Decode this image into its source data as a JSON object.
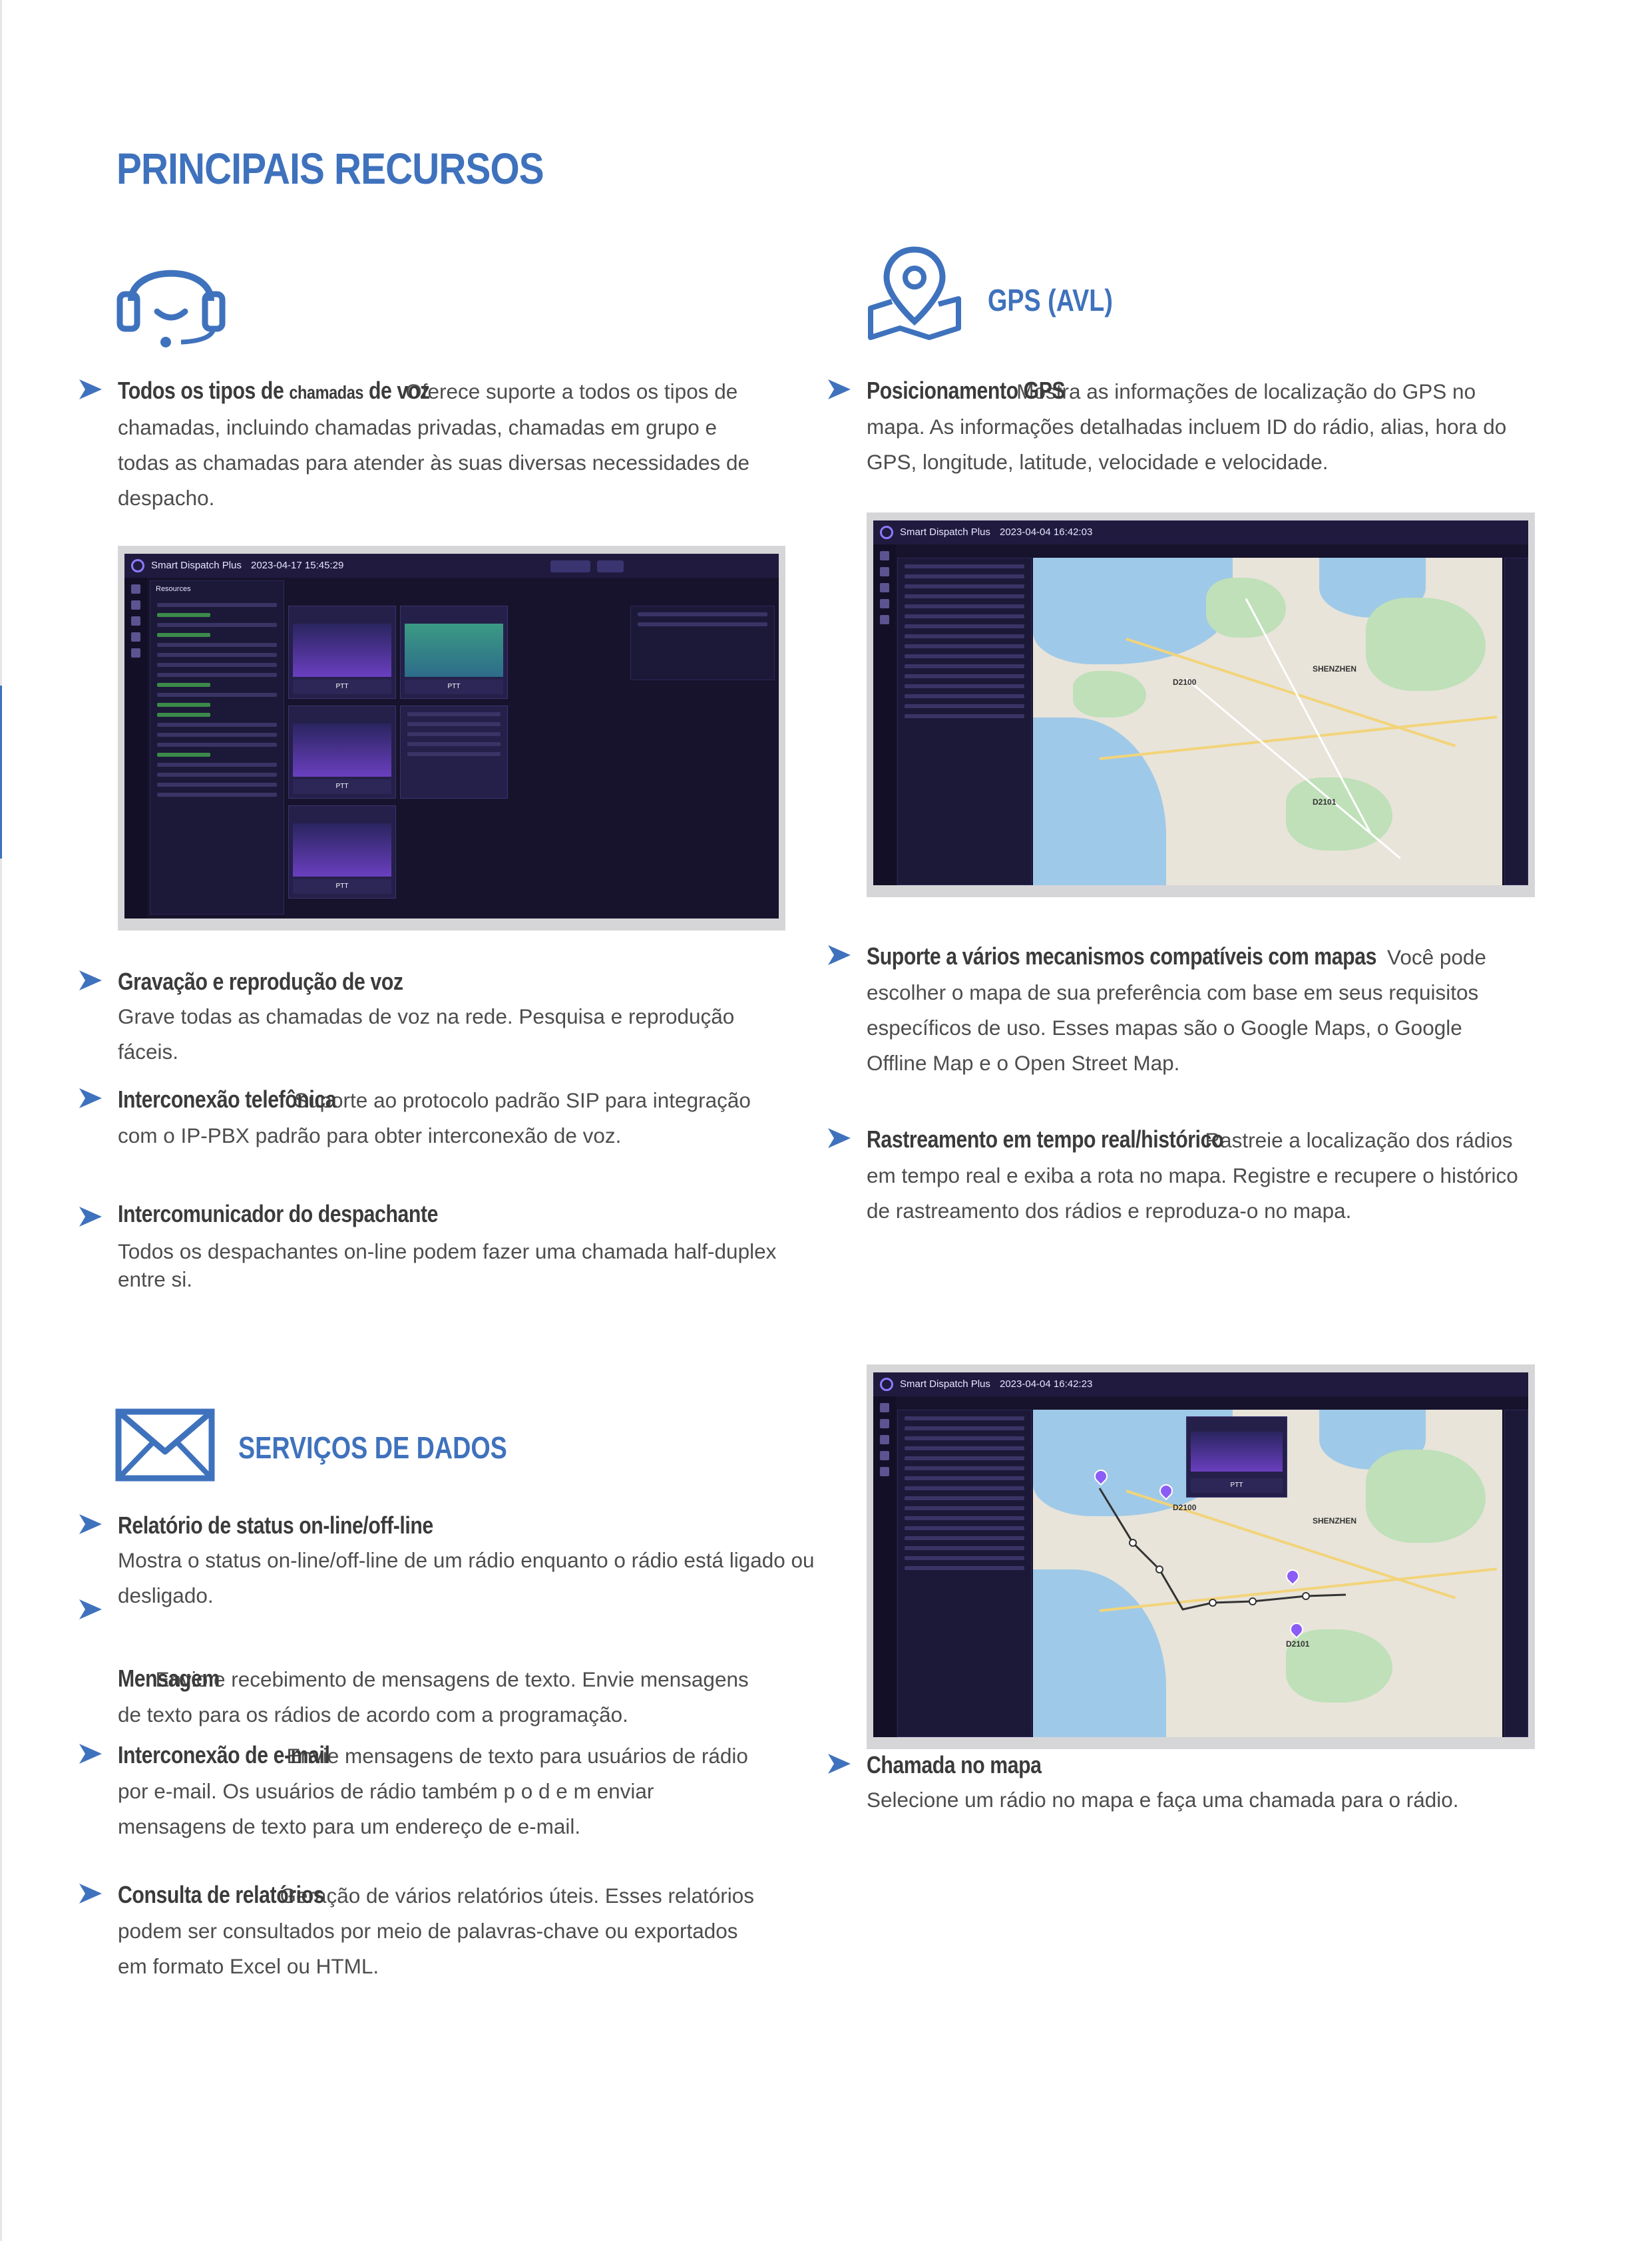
{
  "page": {
    "title": "PRINCIPAIS RECURSOS"
  },
  "colors": {
    "accent": "#3f72bd",
    "text": "#4d4d4d",
    "heading": "#3b3b3b",
    "app_bg": "#17132c"
  },
  "voice": {
    "icon": "headset-icon",
    "features": [
      {
        "head": "Todos os tipos de ",
        "head_small": "chamadas",
        "head_end": " de voz",
        "text": " Oferece suporte a todos os tipos de chamadas, incluindo chamadas privadas, chamadas em grupo e todas as chamadas para atender às suas diversas necessidades de despacho."
      },
      {
        "head": "Gravação e reprodução de voz",
        "text": "Grave todas as chamadas de voz na rede. Pesquisa e reprodução fáceis."
      },
      {
        "head": "Interconexão telefônica",
        "text": " Suporte ao protocolo padrão SIP para integração com o IP-PBX padrão para obter interconexão de voz."
      },
      {
        "head": "Intercomunicador do despachante",
        "text": "Todos os despachantes on-line podem fazer uma chamada half-duplex entre si."
      }
    ],
    "screenshot": {
      "app_title": "Smart Dispatch Plus",
      "date": "2023-04-17 15:45:29",
      "panel_title": "Resources",
      "ptt_label": "PTT"
    }
  },
  "gps": {
    "icon": "map-pin-icon",
    "title": "GPS (AVL)",
    "features": [
      {
        "head": "Posicionamento GPS",
        "text": " Mostra as informações de localização do GPS no mapa. As informações detalhadas incluem ID do rádio, alias, hora do GPS, longitude, latitude, velocidade e velocidade."
      },
      {
        "head": "Suporte a vários mecanismos compatíveis com mapas",
        "text": " Você pode escolher o mapa de sua preferência com base em seus requisitos específicos de uso. Esses mapas são o Google Maps, o Google Offline Map e o Open Street Map."
      },
      {
        "head": "Rastreamento em tempo real/histórico",
        "text": " Rastreie a localização dos rádios em tempo real e exiba a rota no mapa. Registre e recupere o histórico de rastreamento dos rádios e reproduza-o no mapa."
      },
      {
        "head": "Chamada no mapa",
        "text": "Selecione um rádio no mapa e faça uma chamada para o rádio."
      }
    ],
    "screenshot1": {
      "app_title": "Smart Dispatch Plus",
      "date": "2023-04-04 16:42:03",
      "map_labels": [
        "D2100",
        "D2101",
        "SHENZHEN"
      ]
    },
    "screenshot2": {
      "app_title": "Smart Dispatch Plus",
      "date": "2023-04-04 16:42:23",
      "map_labels": [
        "D2100",
        "D2101",
        "SHENZHEN"
      ],
      "ptt_label": "PTT"
    }
  },
  "data_services": {
    "icon": "envelope-icon",
    "title": "SERVIÇOS DE DADOS",
    "features": [
      {
        "head": "Relatório de status on-line/off-line",
        "text": "Mostra o status on-line/off-line de um rádio enquanto o rádio está ligado ou desligado."
      },
      {
        "head": "Mensagem",
        "text": " Envio e recebimento de mensagens de texto. Envie mensagens de texto para os rádios de acordo com a programação."
      },
      {
        "head": "Interconexão de e-mail",
        "text": " Envie mensagens de texto para usuários de rádio por e-mail. Os usuários de rádio também p o d e m   enviar mensagens de texto para um endereço de e-mail."
      },
      {
        "head": "Consulta de relatórios",
        "text": " Geração de vários relatórios úteis. Esses relatórios podem ser consultados por meio de palavras-chave ou exportados em formato Excel ou HTML."
      }
    ]
  }
}
